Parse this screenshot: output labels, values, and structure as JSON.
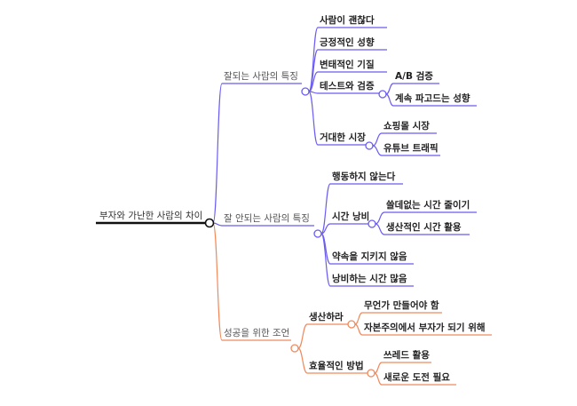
{
  "root": "부자와 가난한 사람의 차이",
  "colors": {
    "purple": "#6b5cf2",
    "orange": "#f08a5d",
    "root_line": "#111111"
  },
  "branches": [
    {
      "label": "잘되는 사람의 특징",
      "color": "purple",
      "children": [
        {
          "label": "사람이 괜찮다"
        },
        {
          "label": "긍정적인 성향"
        },
        {
          "label": "변태적인 기질"
        },
        {
          "label": "테스트와 검증",
          "children": [
            {
              "label": "A/B 검증"
            },
            {
              "label": "계속 파고드는 성향"
            }
          ]
        },
        {
          "label": "거대한 시장",
          "children": [
            {
              "label": "쇼핑몰 시장"
            },
            {
              "label": "유튜브 트래픽"
            }
          ]
        }
      ]
    },
    {
      "label": "잘 안되는 사람의 특징",
      "color": "purple",
      "children": [
        {
          "label": "행동하지 않는다"
        },
        {
          "label": "시간 낭비",
          "children": [
            {
              "label": "쓸데없는 시간 줄이기"
            },
            {
              "label": "생산적인 시간 활용"
            }
          ]
        },
        {
          "label": "약속을 지키지 않음"
        },
        {
          "label": "낭비하는 시간 많음"
        }
      ]
    },
    {
      "label": "성공을 위한 조언",
      "color": "orange",
      "children": [
        {
          "label": "생산하라",
          "children": [
            {
              "label": "무언가 만들어야 함"
            },
            {
              "label": "자본주의에서 부자가 되기 위해"
            }
          ]
        },
        {
          "label": "효율적인 방법",
          "children": [
            {
              "label": "쓰레드 활용"
            },
            {
              "label": "새로운 도전 필요"
            }
          ]
        }
      ]
    }
  ]
}
